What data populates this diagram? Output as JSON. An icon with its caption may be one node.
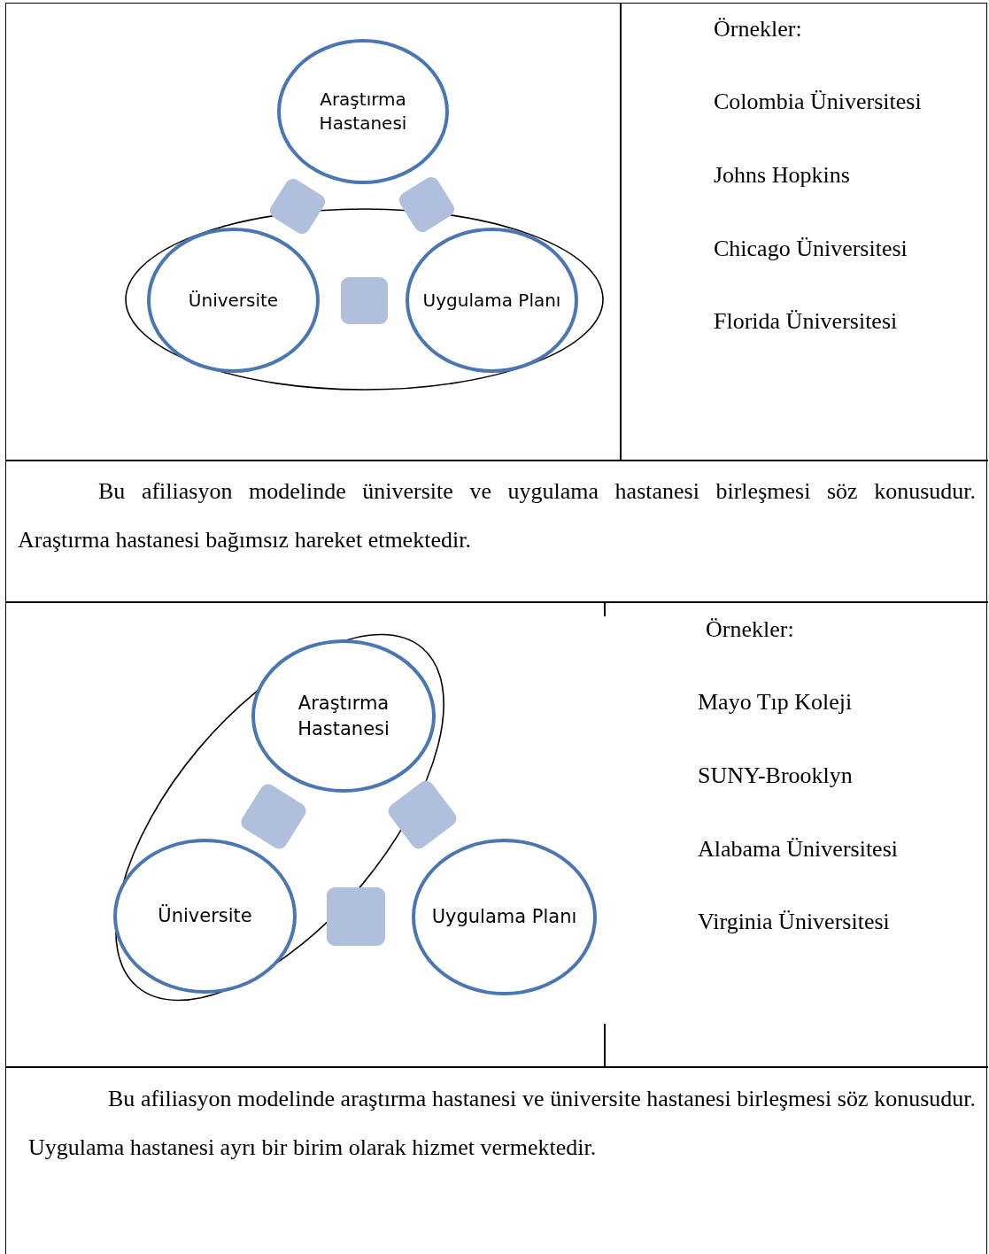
{
  "diagram": {
    "nodes": [
      {
        "text": [],
        "shape": "ellipse"
      },
      {
        "text": [
          "Araştırma Hastanesi"
        ]
      },
      {
        "text": [],
        "shape": "box"
      },
      {
        "text": [],
        "shape": "box"
      },
      {
        "text": [
          "Üniversite"
        ],
        "in": 0
      },
      {
        "text": [],
        "shape": "box",
        "in": 0
      },
      {
        "text": [
          "Uygulama Planı"
        ],
        "in": 0
      },
      {
        "text": [],
        "shape": "ellipse"
      },
      {
        "text": [
          "Araştırma Hastanesi"
        ],
        "in": 7
      },
      {
        "text": [],
        "shape": "box",
        "in": 7
      },
      {
        "text": [],
        "shape": "box"
      },
      {
        "text": [
          "Üniversite"
        ],
        "in": 7
      },
      {
        "text": [],
        "shape": "box"
      },
      {
        "text": [
          "Uygulama Planı"
        ]
      }
    ],
    "labels": [
      "Örnekler:",
      "Colombia Üniversitesi",
      "Johns Hopkins",
      "Chicago Üniversitesi",
      "Florida Üniversitesi",
      "Bu afiliasyon modelinde üniversite ve uygulama hastanesi birleşmesi söz konusudur. Araştırma hastanesi bağımsız hareket etmektedir.",
      "Örnekler:",
      "Mayo Tıp Koleji",
      "SUNY-Brooklyn",
      "Alabama Üniversitesi",
      "Virginia Üniversitesi",
      "Bu afiliasyon modelinde araştırma hastanesi ve üniversite hastanesi birleşmesi söz konusudur. Uygulama hastanesi ayrı bir birim olarak hizmet vermektedir."
    ]
  }
}
